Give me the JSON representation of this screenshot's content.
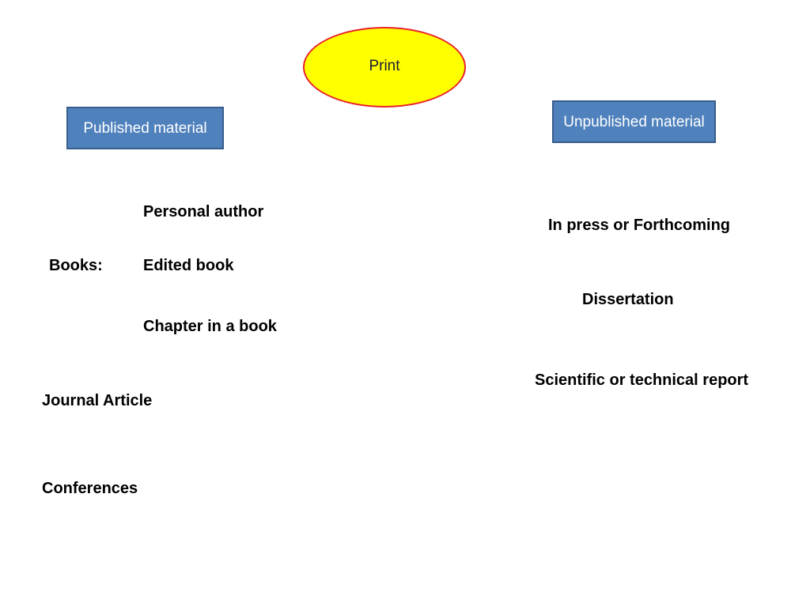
{
  "colors": {
    "ellipse_fill": "#ffff00",
    "ellipse_border": "#e8232b",
    "box_fill": "#4f81bd",
    "box_border": "#385d8a",
    "text": "#000000"
  },
  "root": {
    "label": "Print"
  },
  "published": {
    "header": "Published material",
    "books_label": "Books:",
    "book_types": [
      "Personal author",
      "Edited book",
      "Chapter in a book"
    ],
    "journal": "Journal Article",
    "conferences": "Conferences"
  },
  "unpublished": {
    "header": "Unpublished material",
    "items": [
      "In press or Forthcoming",
      "Dissertation",
      "Scientific or technical report"
    ]
  }
}
